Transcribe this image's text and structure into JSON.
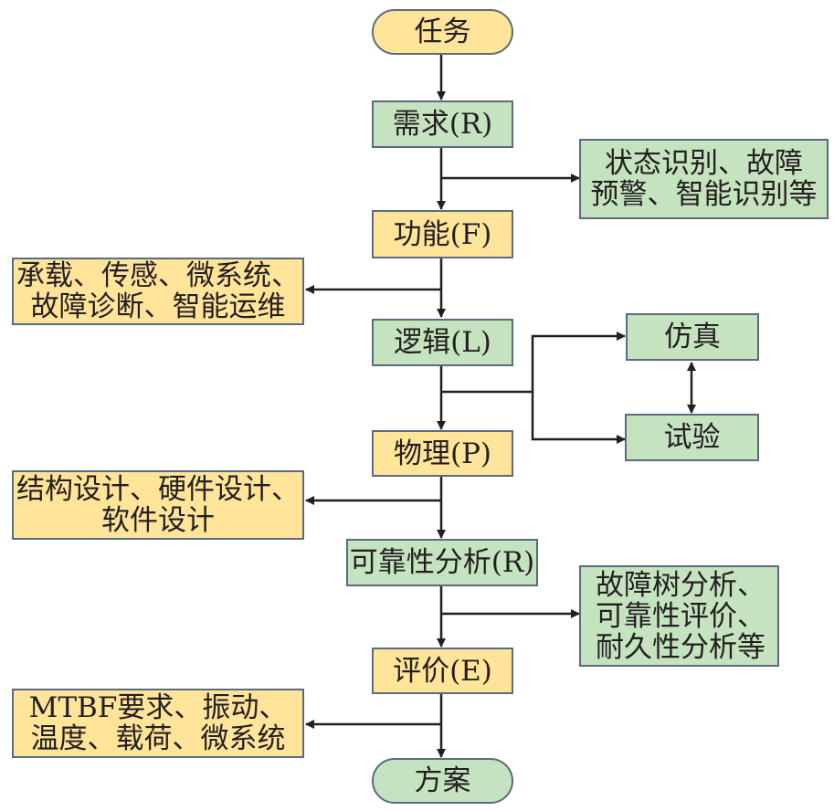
{
  "colors": {
    "green_fill": "#c5e3bf",
    "yellow_fill": "#ffe49a",
    "border": "#5a6b7d",
    "line": "#231f20"
  },
  "nodes": {
    "task": "任务",
    "requirement": "需求(R)",
    "requirement_note": "状态识别、故障\n预警、智能识别等",
    "function": "功能(F)",
    "function_note": "承载、传感、微系统、\n故障诊断、智能运维",
    "logic": "逻辑(L)",
    "simulation": "仿真",
    "test": "试验",
    "physical": "物理(P)",
    "physical_note": "结构设计、硬件设计、\n软件设计",
    "reliability": "可靠性分析(R)",
    "reliability_note": "故障树分析、\n可靠性评价、\n耐久性分析等",
    "evaluation": "评价(E)",
    "evaluation_note": "MTBF要求、振动、\n温度、载荷、微系统",
    "solution": "方案"
  }
}
